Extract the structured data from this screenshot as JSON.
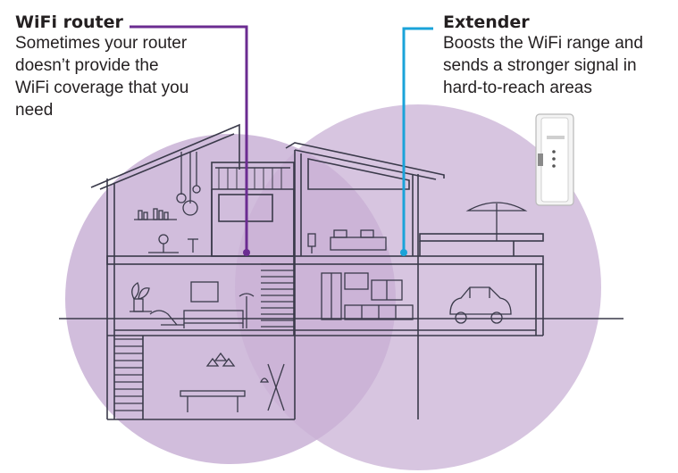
{
  "router": {
    "title": "WiFi router",
    "description_lines": [
      "Sometimes your router",
      "doesn’t provide the",
      "WiFi coverage that you",
      "need"
    ]
  },
  "extender": {
    "title": "Extender",
    "description_lines": [
      "Boosts the WiFi range and",
      "sends a stronger signal in",
      "hard-to-reach areas"
    ]
  },
  "colors": {
    "router_accent": "#6b2c91",
    "extender_accent": "#1aa3d9",
    "coverage_fill": "#c9b2d6",
    "line_art": "#3a3a4a"
  }
}
